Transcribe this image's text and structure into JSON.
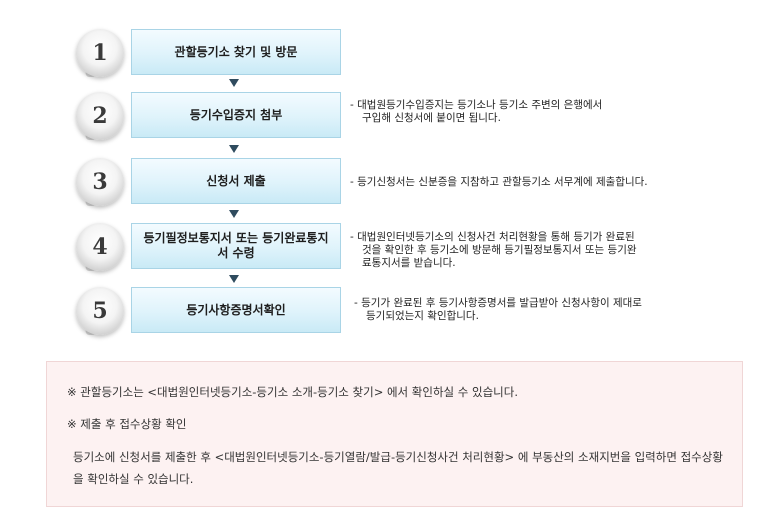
{
  "steps": [
    {
      "number": "1",
      "title": "관할등기소 찾기 및 방문",
      "description": []
    },
    {
      "number": "2",
      "title": "등기수입증지 첨부",
      "description": [
        "- 대법원등기수입증지는 등기소나 등기소 주변의 은행에서",
        "구입해 신청서에 붙이면 됩니다."
      ]
    },
    {
      "number": "3",
      "title": "신청서 제출",
      "description": [
        "- 등기신청서는 신분증을 지참하고 관할등기소 서무계에 제출합니다."
      ]
    },
    {
      "number": "4",
      "title": "등기필정보통지서 또는 등기완료통지서 수령",
      "description": [
        "- 대법원인터넷등기소의 신청사건 처리현황을 통해 등기가 완료된",
        "것을 확인한 후 등기소에 방문해 등기필정보통지서 또는 등기완",
        "료통지서를   받습니다."
      ]
    },
    {
      "number": "5",
      "title": "등기사항증명서확인",
      "description": [
        "- 등기가 완료된 후 등기사항증명서를 발급받아 신청사항이 제대로",
        "등기되었는지 확인합니다."
      ]
    }
  ],
  "notes": {
    "line1": "※ 관할등기소는 <대법원인터넷등기소-등기소 소개-등기소 찾기> 에서 확인하실 수 있습니다.",
    "line2": "※ 제출 후 접수상황 확인",
    "body": "등기소에 신청서를 제출한 후 <대법원인터넷등기소-등기열람/발급-등기신청사건 처리현황> 에 부동산의 소재지번을 입력하면 접수상황을 확인하실 수 있습니다."
  },
  "colors": {
    "step_box": "#dff3fb",
    "step_border": "#a9d4e6",
    "arrow": "#2f4b5e",
    "note_bg": "#fdf2f2"
  }
}
